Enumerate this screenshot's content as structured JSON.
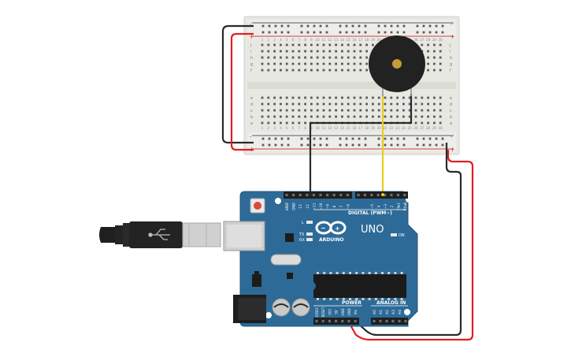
{
  "breadboard": {
    "rail_plus": "+",
    "rail_minus": "-",
    "row_letters_top": [
      "j",
      "i",
      "h",
      "g",
      "f"
    ],
    "row_letters_bottom": [
      "e",
      "d",
      "c",
      "b",
      "a"
    ],
    "column_numbers": [
      "1",
      "2",
      "3",
      "4",
      "5",
      "6",
      "7",
      "8",
      "9",
      "10",
      "11",
      "12",
      "13",
      "14",
      "15",
      "16",
      "17",
      "18",
      "19",
      "20",
      "21",
      "22",
      "23",
      "24",
      "25",
      "26",
      "27",
      "28",
      "29",
      "30"
    ]
  },
  "buzzer": {
    "name": "piezo buzzer"
  },
  "arduino": {
    "brand": "ARDUINO",
    "model": "UNO",
    "digital_label": "DIGITAL (PWM~)",
    "power_label": "POWER",
    "analog_label": "ANALOG IN",
    "on_label": "ON",
    "l_label": "L",
    "tx_label": "TX",
    "rx_label": "RX",
    "digital_pins": [
      "AREF",
      "GND",
      "13",
      "12",
      "~11",
      "~10",
      "~9",
      "8",
      "7",
      "~6",
      "~5",
      "4",
      "~3",
      "2",
      "TX▸1",
      "RX◂0"
    ],
    "power_pins": [
      "IOREF",
      "RESET",
      "3V3",
      "5V",
      "GND",
      "GND",
      "Vin"
    ],
    "analog_pins": [
      "A0",
      "A1",
      "A2",
      "A3",
      "A4",
      "A5"
    ]
  },
  "colors": {
    "board_blue": "#2d6a97",
    "wire_red": "#e02020",
    "wire_black": "#2a2a2a",
    "wire_yellow": "#e6cf1a",
    "breadboard": "#e7e7e2"
  }
}
